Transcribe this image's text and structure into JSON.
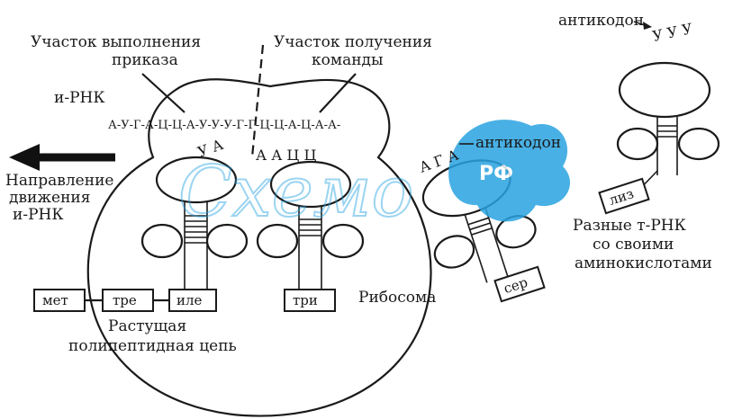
{
  "labels": {
    "site_execution_l1": "Участок выполнения",
    "site_execution_l2": "приказа",
    "site_receive_l1": "Участок получения",
    "site_receive_l2": "команды",
    "mrna": "и-РНК",
    "mrna_sequence": "А-У-Г-А-Ц-Ц-А-У-У-У-Г-Г-Ц-Ц-А-Ц-А-А-",
    "anticodon_left": "У А",
    "anticodon_mid": "А А Ц Ц",
    "direction_l1": "Направление",
    "direction_l2": "движения",
    "direction_l3": "и-РНК",
    "ribosome": "Рибосома",
    "chain_l1": "Растущая",
    "chain_l2": "полипептидная цепь",
    "anticodon_label_1": "антикодон",
    "anticodon_label_2": "антикодон",
    "anticodon_top_right": "У У У",
    "anticodon_mid_right": "А Г А",
    "diff_trna_l1": "Разные т-РНК",
    "diff_trna_l2": "со своими",
    "diff_trna_l3": "аминокислотами"
  },
  "amino_acids": [
    "мет",
    "тре",
    "иле",
    "три",
    "сер",
    "лиз"
  ],
  "watermark": {
    "text": "Схемо",
    "badge": "РФ",
    "color": "#29a3e0"
  },
  "colors": {
    "ink": "#1a1a1a",
    "watermark": "#29a3e0"
  }
}
